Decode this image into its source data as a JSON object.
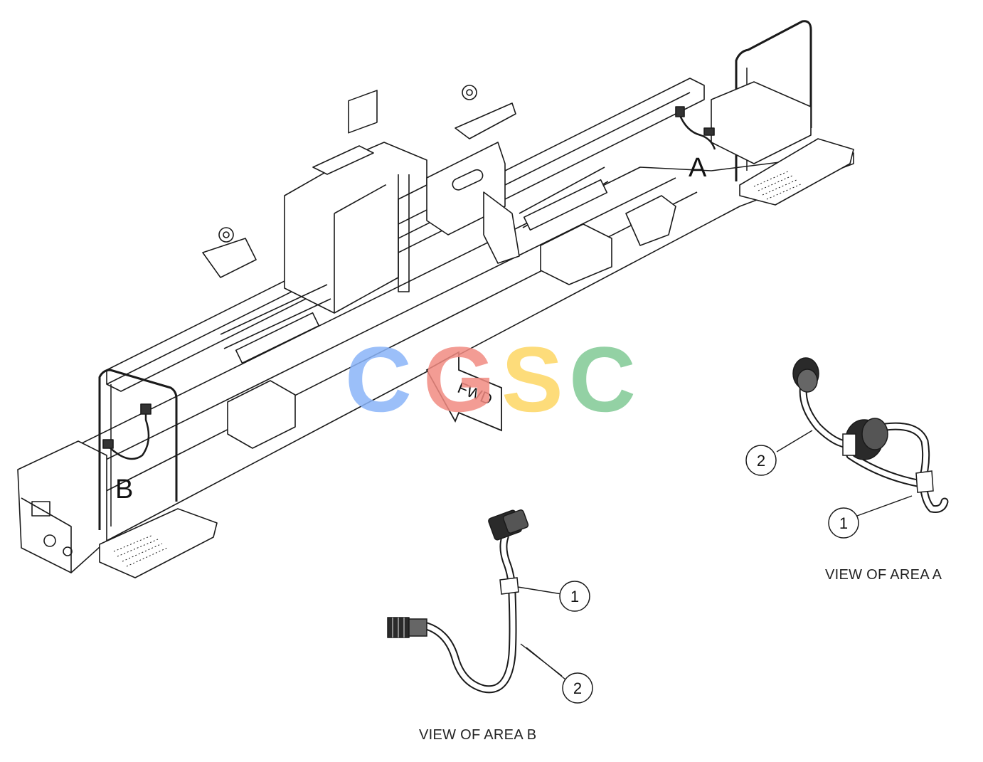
{
  "area_labels": {
    "a": "A",
    "b": "B"
  },
  "fwd_label": "FWD",
  "callouts": {
    "area_b": [
      {
        "number": "1"
      },
      {
        "number": "2"
      }
    ],
    "area_a": [
      {
        "number": "2"
      },
      {
        "number": "1"
      }
    ]
  },
  "captions": {
    "area_b": "VIEW OF AREA B",
    "area_a": "VIEW OF AREA A"
  },
  "watermark": {
    "letters": [
      "C",
      "G",
      "S",
      "C"
    ],
    "colors": [
      "#8ab4f8",
      "#f28b82",
      "#fdd663",
      "#81c995"
    ]
  },
  "line_color": "#1a1a1a"
}
